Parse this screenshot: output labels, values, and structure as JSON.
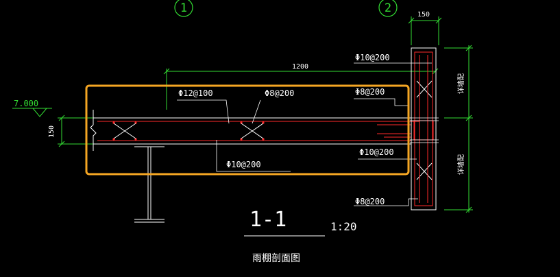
{
  "axes": {
    "a": "1",
    "b": "2"
  },
  "dims": {
    "wall_width": "150",
    "span": "1200",
    "slab_thickness": "150"
  },
  "elevation": "7.000",
  "rebar": {
    "top_main": "Φ12@100",
    "top_dist": "Φ8@200",
    "bottom": "Φ10@200",
    "wall_top_right": "Φ10@200",
    "wall_mid_right": "Φ8@200",
    "wall_low_right": "Φ10@200",
    "wall_bottom_right": "Φ8@200"
  },
  "wall_side_labels": [
    "详墙配",
    "详墙配"
  ],
  "section": {
    "mark": "1-1",
    "scale": "1:20",
    "caption": "雨棚剖面图"
  },
  "colors": {
    "highlight": "#f5a623",
    "dimension": "#33dd33",
    "rebar": "#ff2a2a",
    "outline": "#ffffff"
  }
}
